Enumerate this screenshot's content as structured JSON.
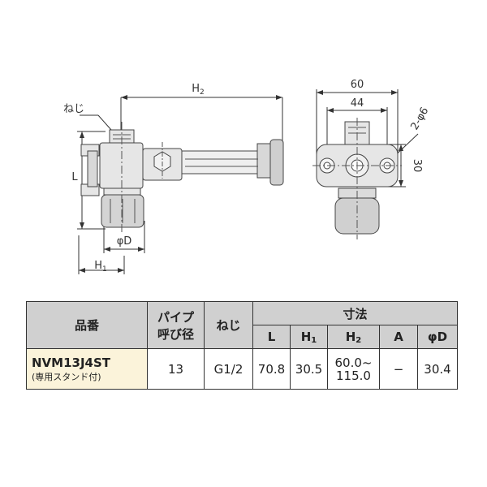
{
  "drawing": {
    "side_view": {
      "dim_h2": "H2",
      "dim_l": "L",
      "dim_h1": "H1",
      "dim_d": "φD",
      "thread_label": "ねじ"
    },
    "front_view": {
      "dim_width": "60",
      "dim_hole_pitch": "44",
      "dim_holes": "2-φ6",
      "dim_height": "30"
    }
  },
  "table": {
    "header": {
      "product_number": "品番",
      "pipe_size_line1": "パイプ",
      "pipe_size_line2": "呼び径",
      "thread": "ねじ",
      "dimensions": "寸法",
      "col_l": "L",
      "col_h1": "H",
      "col_h1_sub": "1",
      "col_h2": "H",
      "col_h2_sub": "2",
      "col_a": "A",
      "col_d": "φD"
    },
    "row": {
      "product_number": "NVM13J4ST",
      "note": "(専用スタンド付)",
      "pipe_size": "13",
      "thread": "G1/2",
      "l": "70.8",
      "h1": "30.5",
      "h2_line1": "60.0~",
      "h2_line2": "115.0",
      "a": "−",
      "d": "30.4"
    }
  }
}
